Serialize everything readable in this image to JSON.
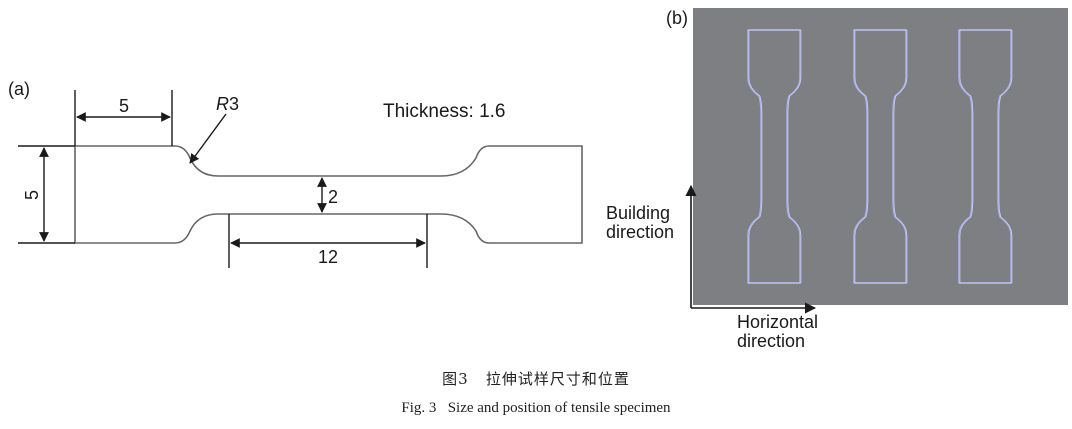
{
  "panel_a": {
    "label": "(a)",
    "thickness": "Thickness: 1.6",
    "radius_label_italic": "R",
    "radius_label_value": "3",
    "dim_grip_length": "5",
    "dim_grip_width": "5",
    "dim_gauge_width": "2",
    "dim_gauge_length": "12"
  },
  "panel_b": {
    "label": "(b)",
    "axis_vertical_line1": "Building",
    "axis_vertical_line2": "direction",
    "axis_horizontal_line1": "Horizontal",
    "axis_horizontal_line2": "direction",
    "background_color": "#7e7f83",
    "specimen_outline_color": "#aab0f0",
    "specimen_count": 3
  },
  "caption": {
    "cn_prefix": "图3",
    "cn_text": "拉伸试样尺寸和位置",
    "en_prefix": "Fig. 3",
    "en_text": "Size and position of tensile specimen"
  }
}
